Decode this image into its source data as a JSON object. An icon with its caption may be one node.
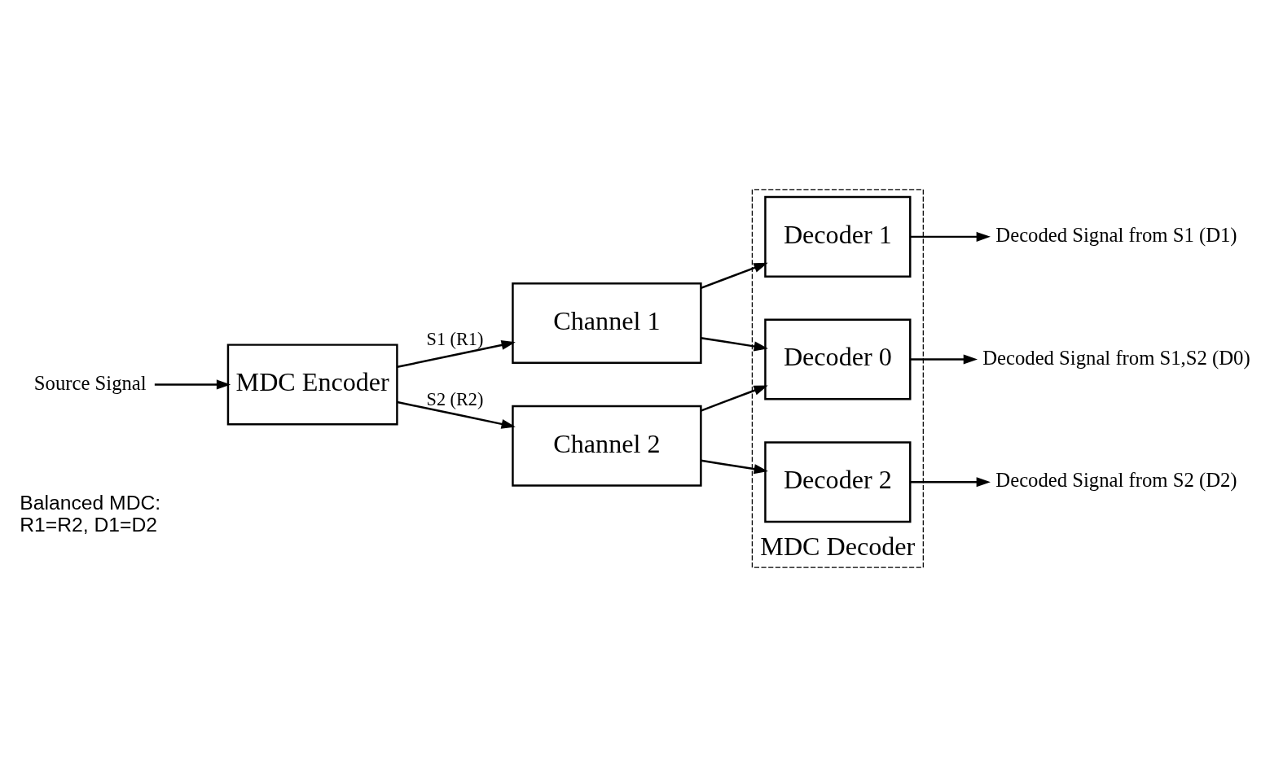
{
  "diagram": {
    "nodes": [
      {
        "text": [
          "Source Signal"
        ]
      },
      {
        "text": [
          "MDC Encoder"
        ]
      },
      {
        "text": [
          "Channel 1"
        ]
      },
      {
        "text": [
          "Channel 2"
        ]
      },
      {
        "text": [
          "MDC Decoder"
        ]
      },
      {
        "text": [
          "Decoder 1"
        ],
        "in": 4
      },
      {
        "text": [
          "Decoder 0"
        ],
        "in": 4
      },
      {
        "text": [
          "Decoder 2"
        ],
        "in": 4
      },
      {
        "text": [
          "Decoded Signal from S1 (D1)"
        ]
      },
      {
        "text": [
          "Decoded Signal from S1,S2 (D0)"
        ]
      },
      {
        "text": [
          "Decoded Signal from S2 (D2)"
        ]
      }
    ],
    "edges": [
      {
        "from": 0,
        "to": 1,
        "arrow": "to"
      },
      {
        "from": 1,
        "to": 2,
        "arrow": "to",
        "label": "S1 (R1)"
      },
      {
        "from": 1,
        "to": 3,
        "arrow": "to",
        "label": "S2 (R2)"
      },
      {
        "from": 2,
        "to": 5,
        "arrow": "to"
      },
      {
        "from": 2,
        "to": 6,
        "arrow": "to"
      },
      {
        "from": 3,
        "to": 6,
        "arrow": "to"
      },
      {
        "from": 3,
        "to": 7,
        "arrow": "to"
      },
      {
        "from": 5,
        "to": 8,
        "arrow": "to"
      },
      {
        "from": 6,
        "to": 9,
        "arrow": "to"
      },
      {
        "from": 7,
        "to": 10,
        "arrow": "to"
      }
    ],
    "labels": [
      "Balanced MDC:",
      "R1=R2, D1=D2"
    ]
  }
}
